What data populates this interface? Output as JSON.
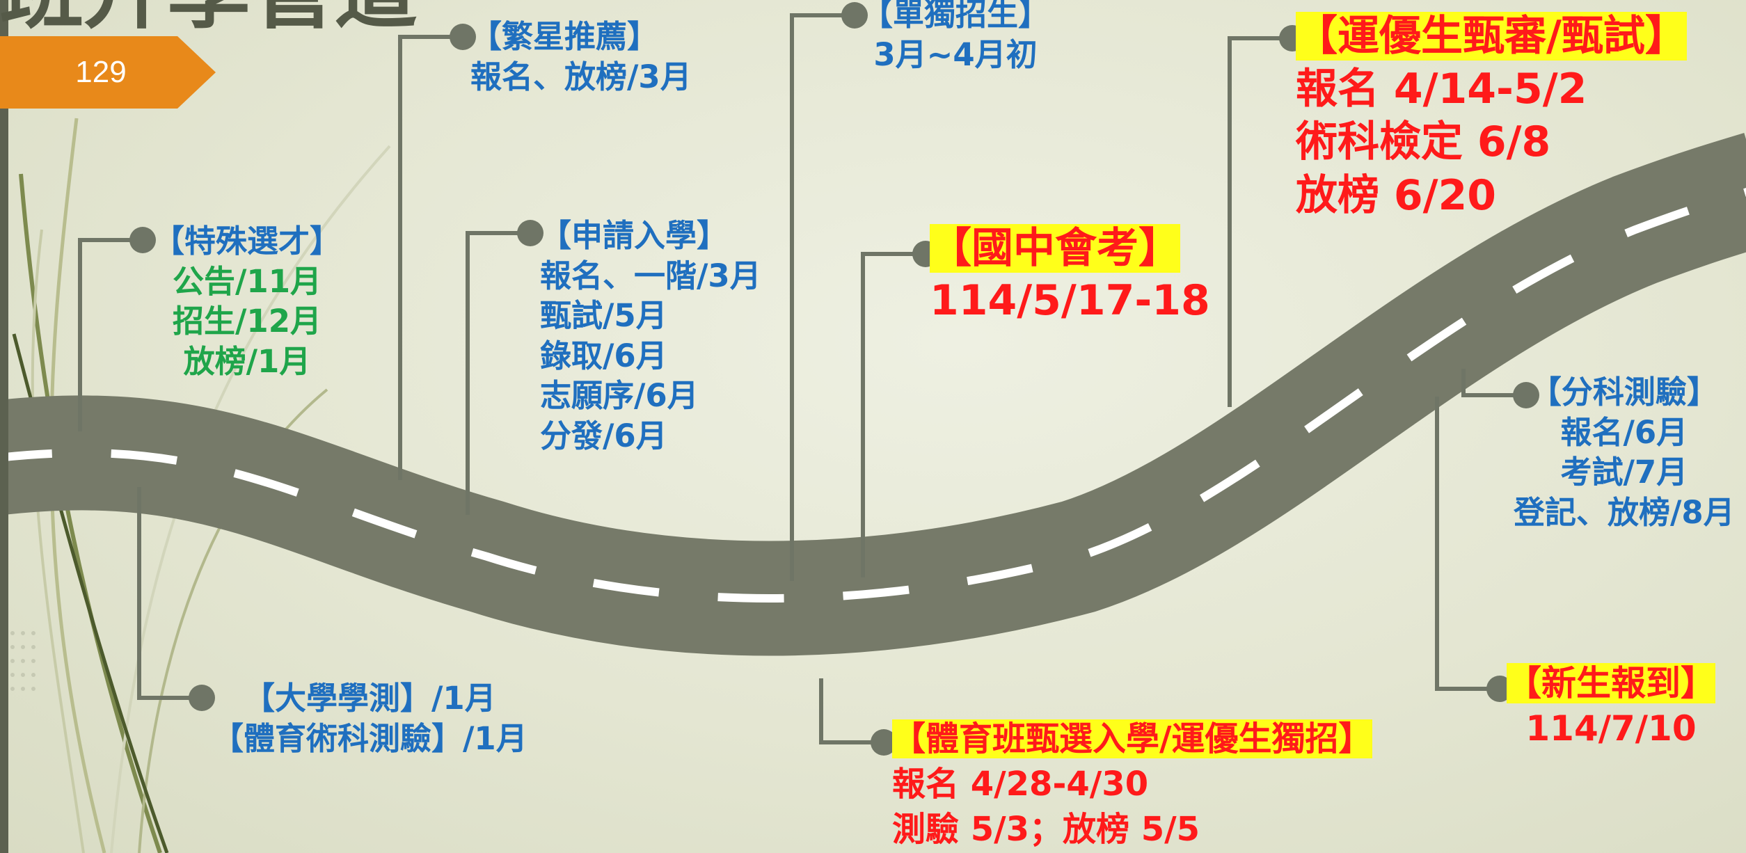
{
  "page": {
    "number": "129",
    "title_fragment": "班升學管道"
  },
  "colors": {
    "road": "#767a69",
    "dash": "#ffffff",
    "connector": "#6f7566",
    "blue_text": "#1f6fbf",
    "green_text": "#1fa54a",
    "red_text": "#ff1a1a",
    "highlight": "#ffff1a",
    "tag": "#e8891a"
  },
  "milestones": {
    "special_talent": {
      "title": "【特殊選才】",
      "lines": [
        "公告/11月",
        "招生/12月",
        "放榜/1月"
      ]
    },
    "star_recommend": {
      "title": "【繁星推薦】",
      "lines": [
        "報名、放榜/3月"
      ]
    },
    "apply_admission": {
      "title": "【申請入學】",
      "lines": [
        "報名、一階/3月",
        "甄試/5月",
        "錄取/6月",
        "志願序/6月",
        "分發/6月"
      ]
    },
    "independent_enroll": {
      "title": "【單獨招生】",
      "lines": [
        "3月~4月初"
      ]
    },
    "junior_exam": {
      "title": "【國中會考】",
      "lines": [
        "114/5/17-18"
      ]
    },
    "athlete_screening": {
      "title": "【運優生甄審/甄試】",
      "lines": [
        "報名 4/14-5/2",
        "術科檢定 6/8",
        "放榜 6/20"
      ]
    },
    "subject_test": {
      "title": "【分科測驗】",
      "lines": [
        "報名/6月",
        "考試/7月",
        "登記、放榜/8月"
      ]
    },
    "gsat": {
      "lines": [
        "【大學學測】/1月",
        "【體育術科測驗】/1月"
      ]
    },
    "sports_class": {
      "title": "【體育班甄選入學/運優生獨招】",
      "lines": [
        "報名 4/28-4/30",
        "測驗 5/3；放榜 5/5"
      ]
    },
    "freshman_report": {
      "title": "【新生報到】",
      "lines": [
        "114/7/10"
      ]
    }
  }
}
